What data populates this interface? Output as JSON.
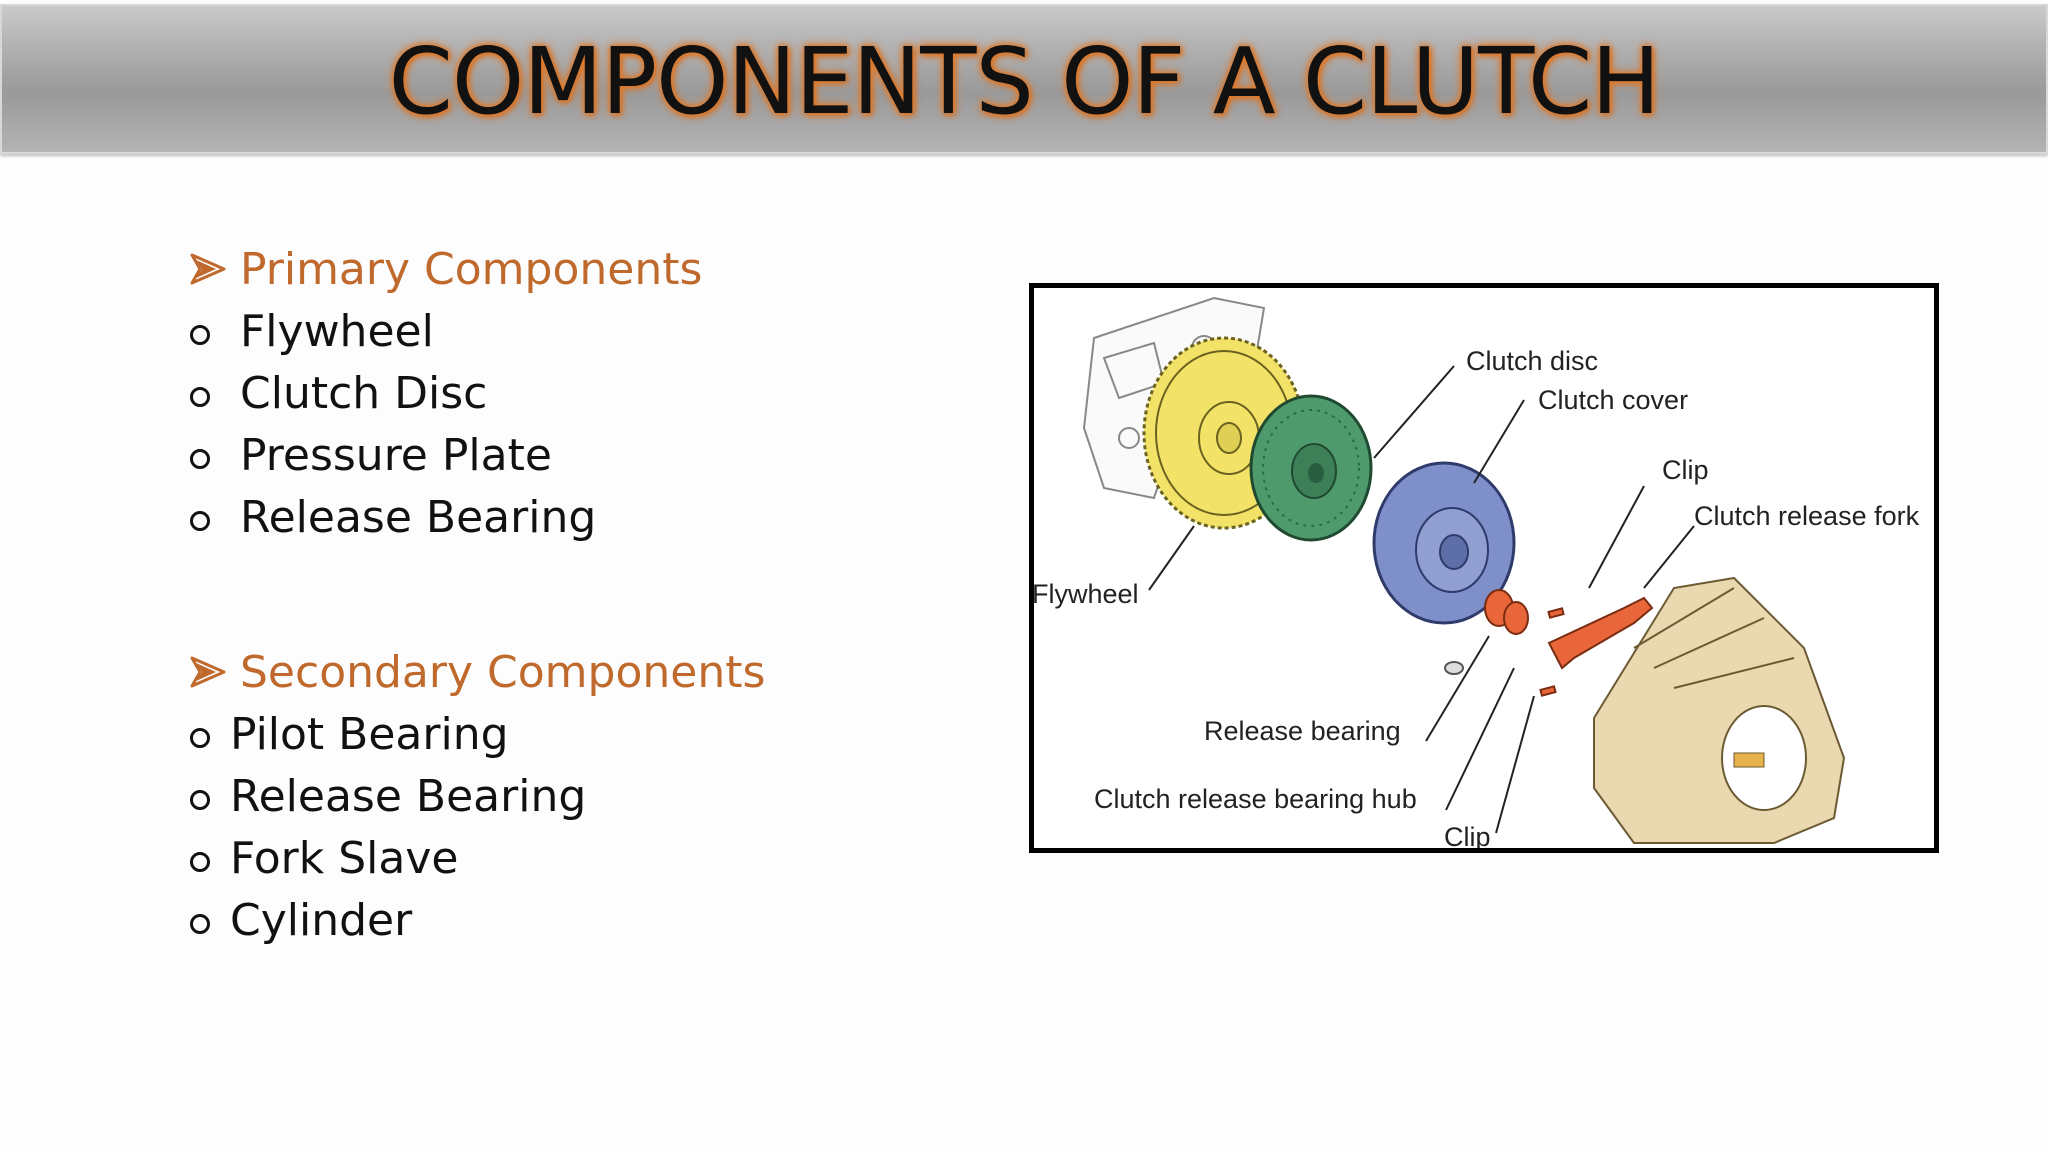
{
  "title": "COMPONENTS OF A CLUTCH",
  "primary": {
    "heading": "Primary Components",
    "items": [
      "Flywheel",
      "Clutch Disc",
      "Pressure Plate",
      "Release Bearing"
    ]
  },
  "secondary": {
    "heading": "Secondary Components",
    "items": [
      "Pilot Bearing",
      "Release Bearing",
      "Fork Slave",
      "Cylinder"
    ]
  },
  "diagram": {
    "labels": {
      "clutch_disc": "Clutch disc",
      "clutch_cover": "Clutch cover",
      "clip_top": "Clip",
      "release_fork": "Clutch release fork",
      "flywheel": "Flywheel",
      "release_bearing": "Release bearing",
      "bearing_hub": "Clutch release bearing hub",
      "clip_bottom": "Clip"
    }
  },
  "colors": {
    "heading_accent": "#c0692c",
    "title_glow": "#e07b2c",
    "flywheel": "#f2e268",
    "clutch_disc": "#4f9a6d",
    "clutch_cover": "#7f8fc9",
    "release_parts": "#e8663a",
    "bell_housing": "#ead8b0"
  }
}
